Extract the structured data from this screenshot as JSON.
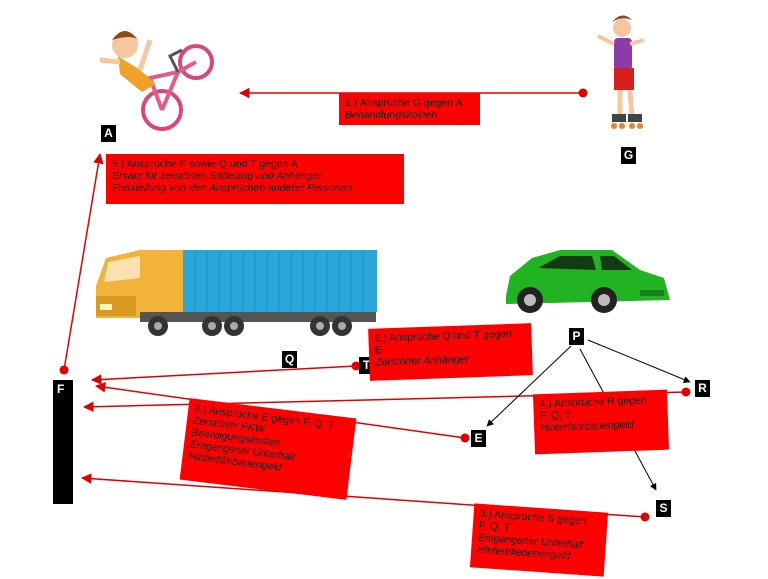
{
  "nodes": {
    "a": "A",
    "g": "G",
    "f": "F",
    "q": "Q",
    "t": "T",
    "p": "P",
    "r": "R",
    "e": "E",
    "s": "S"
  },
  "claims": {
    "c1": {
      "title": "1.) Ansprüche G gegen A",
      "details": [
        "Behandlungskosten"
      ]
    },
    "c2": {
      "title": "2.) Ansprüche E gegen F, Q, T",
      "details": [
        "Zerstörter PKW",
        "Beerdigungskosten",
        "Entgangener Unterhalt",
        "Hinterbliebenengeld"
      ]
    },
    "c3": {
      "title": "3.) Ansprüche S gegen",
      "title2": "F, Q, T",
      "details": [
        "Entgangener Unterhalt",
        "Hinterbliebenengeld"
      ]
    },
    "c4": {
      "title": "4.) Ansprüche R gegen",
      "title2": "F, Q, T",
      "details": [
        "Hinterbliebenengeld"
      ]
    },
    "c5": {
      "title": "5.) Ansprüche F sowie Q und T gegen A",
      "details": [
        "Ersatz für zerstörten Sattelzug und Anhänger",
        "Freistellung von den Ansprüchen anderer Personen"
      ]
    },
    "c6": {
      "title": "6.) Ansprüche Q und T gegen",
      "title2": "E",
      "details": [
        "Zerstörter Anhänger"
      ]
    }
  },
  "icons": [
    "cyclist-fall-icon",
    "inline-skater-icon",
    "truck-icon",
    "car-icon"
  ],
  "colors": {
    "claim_box": "#ff0000",
    "arrow": "#e00000",
    "node": "#000000",
    "truck_container": "#2aa6db",
    "truck_cab": "#f2b33a",
    "car": "#22b322"
  }
}
